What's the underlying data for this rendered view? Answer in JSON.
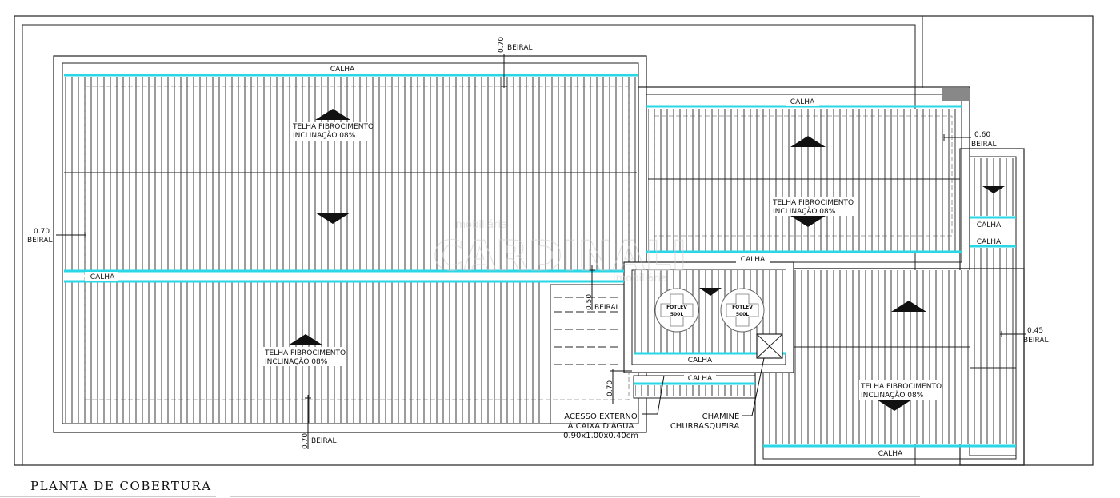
{
  "drawing": {
    "title": "PLANTA DE COBERTURA",
    "labels": {
      "calha": "CALHA",
      "beiral": "BEIRAL",
      "telha_line1": "TELHA FIBROCIMENTO",
      "telha_line2": "INCLINAÇÃO 08%",
      "tank": "FOTLEV",
      "tank_capacity": "500L",
      "acesso_line1": "ACESSO EXTERNO",
      "acesso_line2": "À CAIXA D'ÁGUA",
      "acesso_line3": "0.90x1.00x0.40cm",
      "chamine_line1": "CHAMINÉ",
      "chamine_line2": "CHURRASQUEIRA"
    },
    "dimensions": {
      "top": "0.70",
      "left": "0.70",
      "bottom": "0.70",
      "center": "0.50",
      "access": "0.70",
      "right_upper": "0.60",
      "right_lower": "0.45"
    },
    "watermark": {
      "line1": "imobiliária",
      "line2": "CARDINALI",
      "line3": "Imobiliária"
    }
  }
}
